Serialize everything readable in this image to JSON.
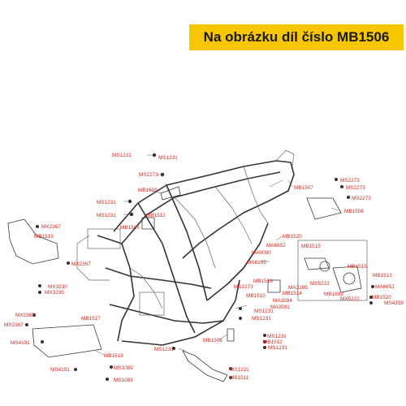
{
  "banner": {
    "text": "Na obrázku díl číslo MB1506",
    "color": "#f7c600"
  },
  "colors": {
    "label": "#d9261c",
    "line": "#333333"
  },
  "labels": [
    "MS1231",
    "MS1231",
    "MS2273",
    "MB1509",
    "MS1231",
    "MS1231",
    "MB1512",
    "MB1505",
    "MX2367",
    "MB1519",
    "MX2367",
    "MX3230",
    "MX3230",
    "MX2367",
    "MX2367",
    "MB1517",
    "MS4191",
    "MS4191",
    "MB1518",
    "MS1089",
    "MS1089",
    "MB1506",
    "MS1231",
    "MB1507",
    "MS2273",
    "MS2273",
    "MS2273",
    "MB1508",
    "MB1520",
    "MA6652",
    "MA0080",
    "MA6105",
    "MB1515",
    "MB1515",
    "MB1513",
    "MX5222",
    "MB1699",
    "MX5222",
    "MA6652",
    "MB1520",
    "MS4359",
    "MS2273",
    "MB1516",
    "MA3285",
    "MB1514",
    "MA3284",
    "MA3591",
    "MS1231",
    "MS1231",
    "MB1510",
    "MS1231",
    "MB1512",
    "MS1231",
    "MS1231",
    "MB1511"
  ]
}
